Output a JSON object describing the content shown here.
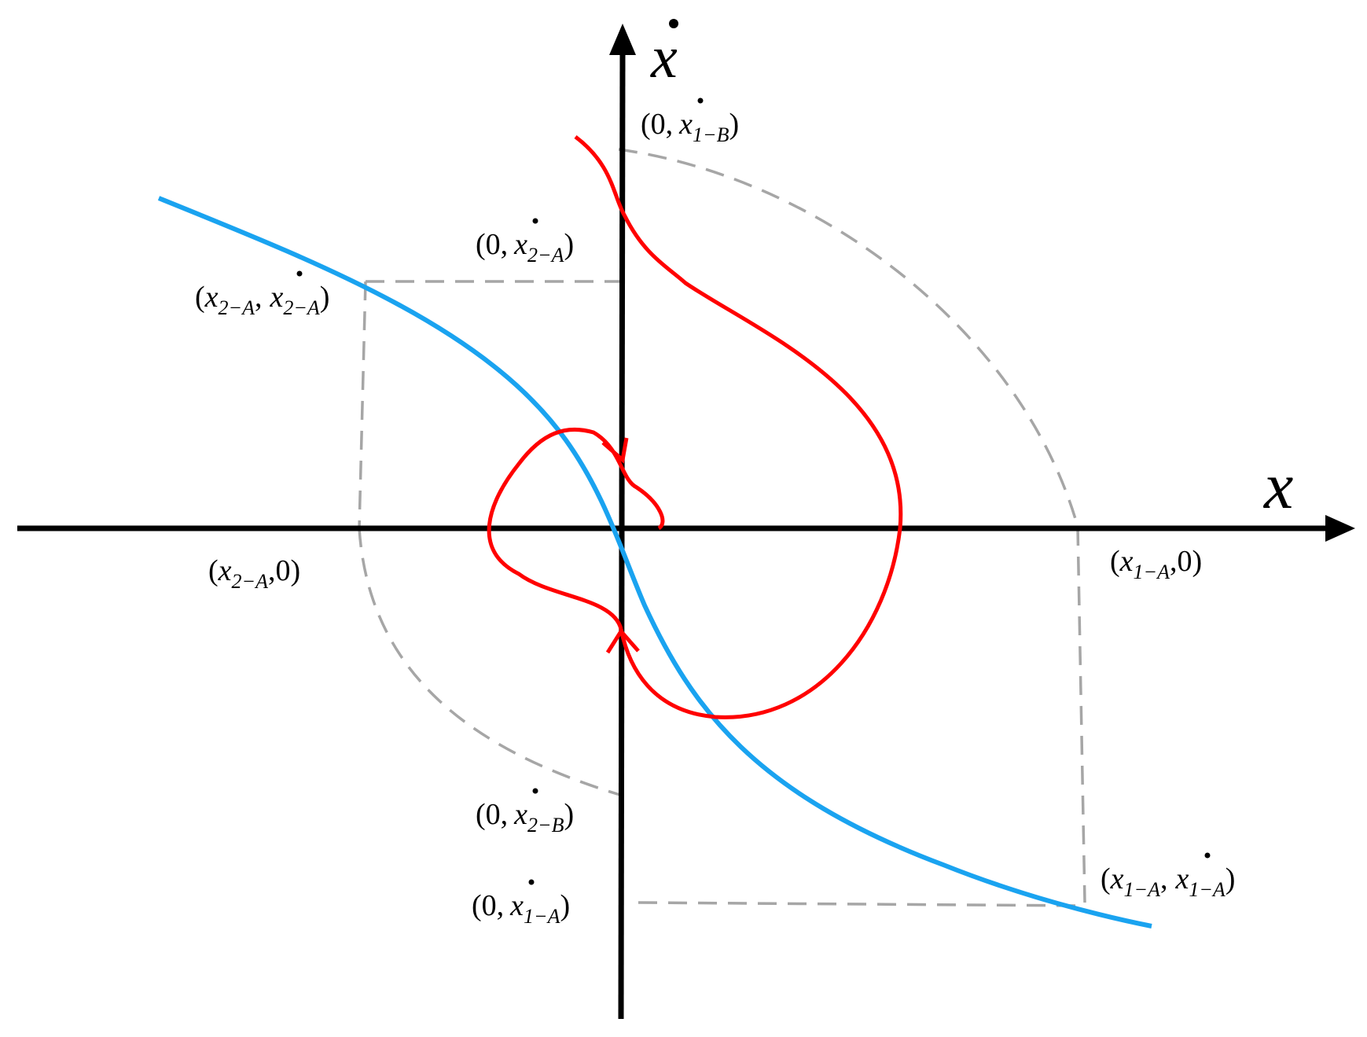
{
  "colors": {
    "axis": "#000000",
    "blue_curve": "#1aa3f0",
    "red_curve": "#ff0000",
    "dashed_guides": "#a6a6a6"
  },
  "axes": {
    "x_label": "x",
    "y_label": "x",
    "y_label_has_dot": true
  },
  "labels": {
    "y_1B": {
      "open": "(0,",
      "var": "x",
      "sub": "1−B",
      "close": ")"
    },
    "y_2A": {
      "open": "(0,",
      "var": "x",
      "sub": "2−A",
      "close": ")"
    },
    "pt_2A": {
      "open": "(",
      "var1": "x",
      "sub1": "2−A",
      "sep": ",",
      "var2": "x",
      "sub2": "2−A",
      "close": ")"
    },
    "x_2A": {
      "open": "(",
      "var": "x",
      "sub": "2−A",
      "close": ",0)"
    },
    "x_1A": {
      "open": "(",
      "var": "x",
      "sub": "1−A",
      "close": ",0)"
    },
    "y_2B": {
      "open": "(0,",
      "var": "x",
      "sub": "2−B",
      "close": ")"
    },
    "pt_1A": {
      "open": "(",
      "var1": "x",
      "sub1": "1−A",
      "sep": ",",
      "var2": "x",
      "sub2": "1−A",
      "close": ")"
    },
    "y_1A": {
      "open": "(0,",
      "var": "x",
      "sub": "1−A",
      "close": ")"
    }
  }
}
